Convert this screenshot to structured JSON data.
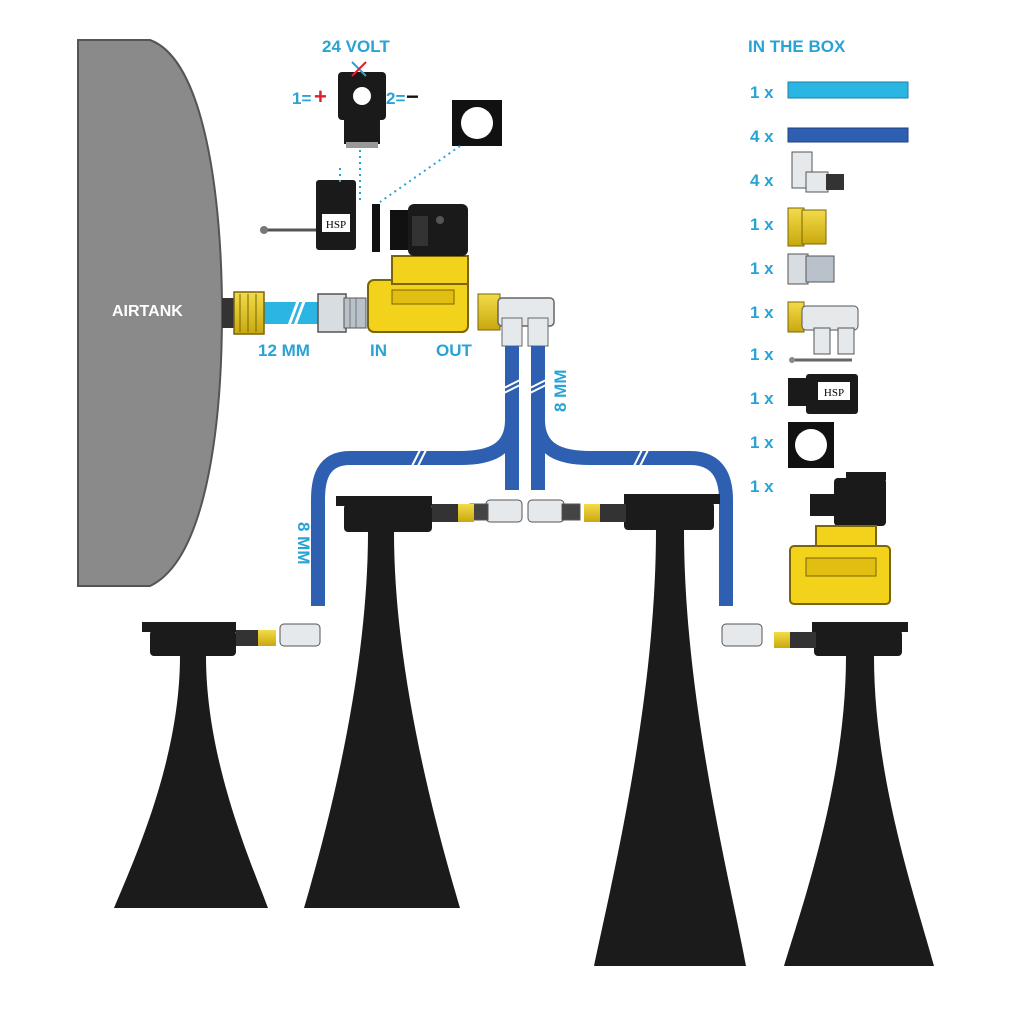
{
  "title_voltage": "24 VOLT",
  "pin_plus": "1=",
  "pin_minus": "2=",
  "plus_symbol": "+",
  "minus_symbol": "−",
  "airtank_label": "AIRTANK",
  "hose_12mm_label": "12 MM",
  "valve_in_label": "IN",
  "valve_out_label": "OUT",
  "hose_8mm_label": "8 MM",
  "in_the_box": {
    "title": "IN THE BOX",
    "items": [
      {
        "qty": "1 x",
        "part": "light-blue-hose"
      },
      {
        "qty": "4 x",
        "part": "dark-blue-hose"
      },
      {
        "qty": "4 x",
        "part": "elbow-fitting"
      },
      {
        "qty": "1 x",
        "part": "brass-adapter"
      },
      {
        "qty": "1 x",
        "part": "push-in-connector"
      },
      {
        "qty": "1 x",
        "part": "tee-manifold"
      },
      {
        "qty": "1 x",
        "part": "screw"
      },
      {
        "qty": "1 x",
        "part": "valve-connector-plug"
      },
      {
        "qty": "1 x",
        "part": "gasket"
      },
      {
        "qty": "1 x",
        "part": "solenoid-valve"
      }
    ]
  },
  "colors": {
    "tank": "#8a8a8a",
    "hose_light": "#2bb5e2",
    "hose_dark": "#2e5fb0",
    "brass": "#e8c81a",
    "label": "#29a3d4",
    "horn": "#1b1b1b"
  }
}
